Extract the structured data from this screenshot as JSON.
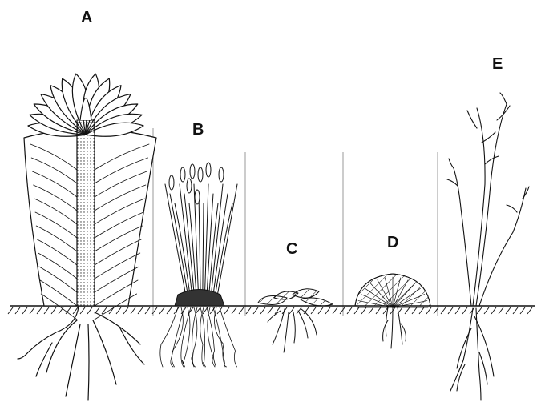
{
  "panels": [
    {
      "id": "A",
      "label": "A"
    },
    {
      "id": "B",
      "label": "B"
    },
    {
      "id": "C",
      "label": "C"
    },
    {
      "id": "D",
      "label": "D"
    },
    {
      "id": "E",
      "label": "E"
    }
  ],
  "colors": {
    "ink": "#111111",
    "background": "#ffffff",
    "divider": "#9a9a9a"
  }
}
